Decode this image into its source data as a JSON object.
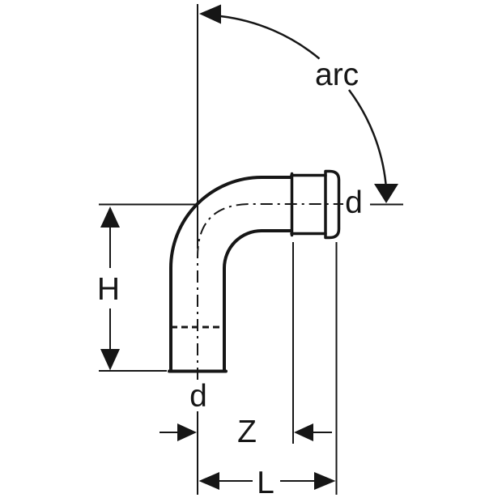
{
  "drawing": {
    "kind": "technical-dimension-diagram",
    "subject": "90-degree pipe elbow with press socket",
    "colors": {
      "line": "#161616",
      "background": "#ffffff"
    },
    "labels": {
      "arc": "arc",
      "d_right": "d",
      "d_bottom": "d",
      "H": "H",
      "Z": "Z",
      "L": "L"
    }
  }
}
